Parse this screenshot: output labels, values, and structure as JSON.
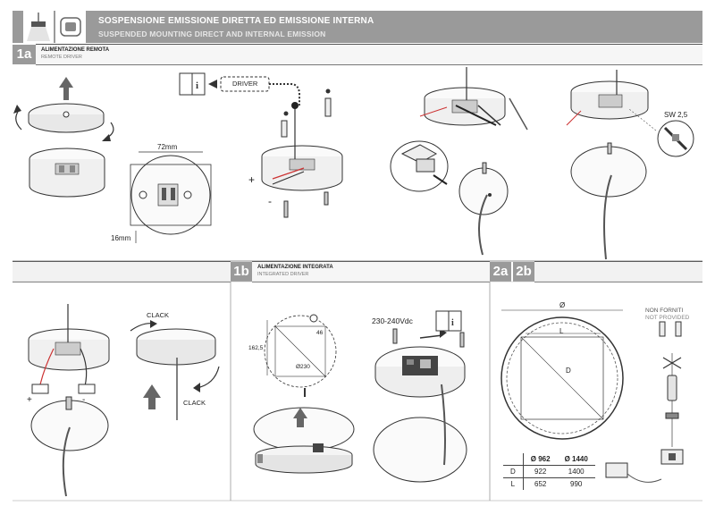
{
  "header": {
    "title_it": "SOSPENSIONE EMISSIONE DIRETTA ED EMISSIONE INTERNA",
    "title_en": "SUSPENDED MOUNTING DIRECT AND INTERNAL EMISSION"
  },
  "sections": {
    "s1a": {
      "badge": "1a",
      "title_it": "ALIMENTAZIONE REMOTA",
      "title_en": "REMOTE DRIVER"
    },
    "s1b": {
      "badge": "1b",
      "title_it": "ALIMENTAZIONE INTEGRATA",
      "title_en": "INTEGRATED DRIVER"
    },
    "s2a": {
      "badge": "2a"
    },
    "s2b": {
      "badge": "2b"
    }
  },
  "labels": {
    "driver": "DRIVER",
    "dim_width": "72mm",
    "dim_height": "16mm",
    "sw": "SW 2,5",
    "plus": "+",
    "minus": "-",
    "clack": "CLACK",
    "dim_1625": "162,5",
    "dim_46": "46",
    "dim_230": "Ø230",
    "voltage": "230-240Vdc",
    "phi": "Ø",
    "L": "L",
    "D": "D",
    "non_forniti": "NON FORNITI",
    "not_provided": "NOT PROVIDED"
  },
  "table": {
    "headers": [
      "",
      "Ø 962",
      "Ø 1440"
    ],
    "rows": [
      [
        "D",
        "922",
        "1400"
      ],
      [
        "L",
        "652",
        "990"
      ]
    ]
  }
}
